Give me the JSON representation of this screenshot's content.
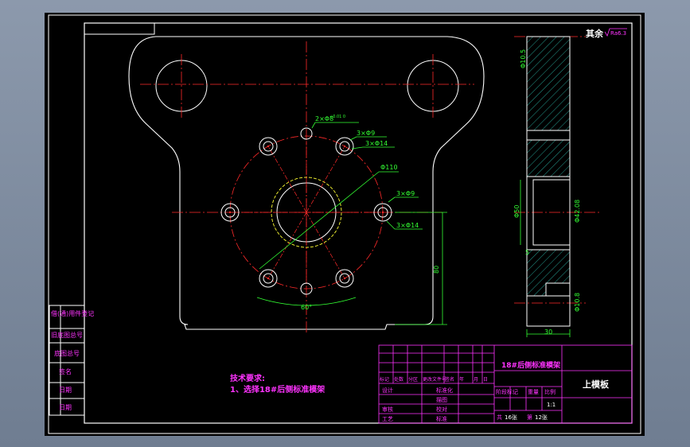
{
  "roughness_note": {
    "text": "其余",
    "value": "Ra6.3"
  },
  "side_labels": [
    "借(通)用件登记",
    "旧底图总号",
    "底图总号",
    "签名",
    "日期",
    "日期"
  ],
  "tech_requirements": {
    "title": "技术要求:",
    "line1": "1、选择18#后侧标准模架"
  },
  "dimensions": {
    "d1": "2×Φ8",
    "d1_tol": "+0.01 0",
    "d2": "3×Φ9",
    "d3": "3×Φ14",
    "d4": "Φ110",
    "d5": "3×Φ9",
    "d6": "3×Φ14",
    "d7": "80",
    "d8": "60°",
    "s1": "Φ10.5",
    "s2": "Φ50",
    "s3": "Φ42.08",
    "s4": "5",
    "s5": "Φ10.8",
    "s6": "30"
  },
  "title_block": {
    "mold_name": "18#后侧标准模架",
    "part_name": "上模板",
    "row_headers": [
      "标记",
      "处数",
      "分区",
      "更改文件号",
      "签名",
      "年",
      "月",
      "日"
    ],
    "roles_left": [
      "设计",
      "审核",
      "工艺"
    ],
    "roles_mid": [
      "标准化",
      "描图",
      "校对",
      "标准"
    ],
    "cols_right": [
      "阶段标记",
      "重量",
      "比例"
    ],
    "scale": "1:1",
    "sheets_total_label": "共",
    "sheets_total": "16张",
    "sheet_no_label": "第",
    "sheet_no": "12张"
  }
}
